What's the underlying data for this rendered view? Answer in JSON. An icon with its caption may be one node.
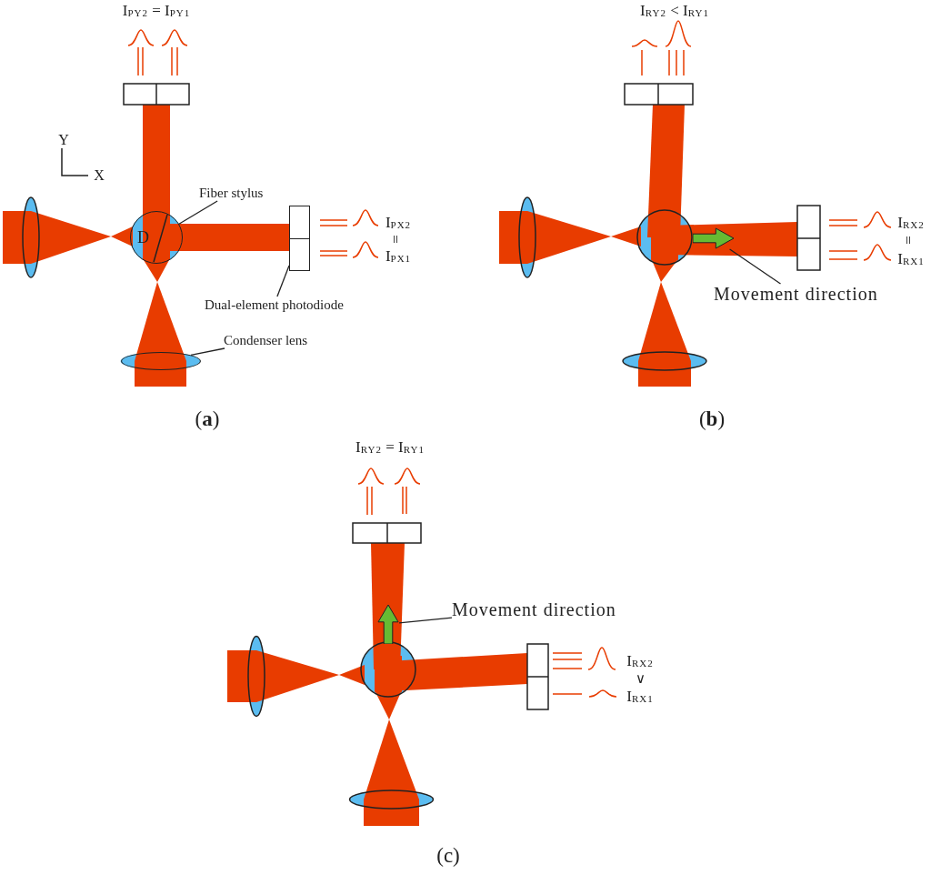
{
  "diagram": {
    "nodes": [
      {
        "text": [
          "Fiber stylus"
        ]
      },
      {
        "text": [
          "D"
        ]
      },
      {
        "text": [
          "Dual-element photodiode"
        ]
      },
      {
        "text": [],
        "shape": "box"
      },
      {
        "text": [
          "Condenser lens"
        ]
      },
      {
        "text": [],
        "shape": "ellipse"
      },
      {
        "text": [
          "Movement direction"
        ]
      },
      {
        "text": [],
        "shape": "arrow"
      },
      {
        "text": [
          "Movement direction"
        ]
      },
      {
        "text": [],
        "shape": "arrow"
      }
    ],
    "edges": [
      {
        "from": 0,
        "to": 1,
        "arrow": "none"
      },
      {
        "from": 2,
        "to": 3,
        "arrow": "none"
      },
      {
        "from": 4,
        "to": 5,
        "arrow": "none"
      },
      {
        "from": 6,
        "to": 7,
        "arrow": "none"
      },
      {
        "from": 8,
        "to": 9,
        "arrow": "none"
      }
    ],
    "labels": [
      "I$_{PY2}$ = I$_{PY1}$",
      "Y",
      "X",
      "I$_{PX2}$",
      "=",
      "I$_{PX1}$",
      "(**a**)",
      "I$_{RY2}$ < I$_{RY1}$",
      "I$_{RX2}$",
      "=",
      "I$_{RX1}$",
      "(**b**)",
      "I$_{RY2}$ = I$_{RY1}$",
      "I$_{RX2}$",
      "∨",
      "I$_{RX1}$",
      "(c)"
    ]
  }
}
